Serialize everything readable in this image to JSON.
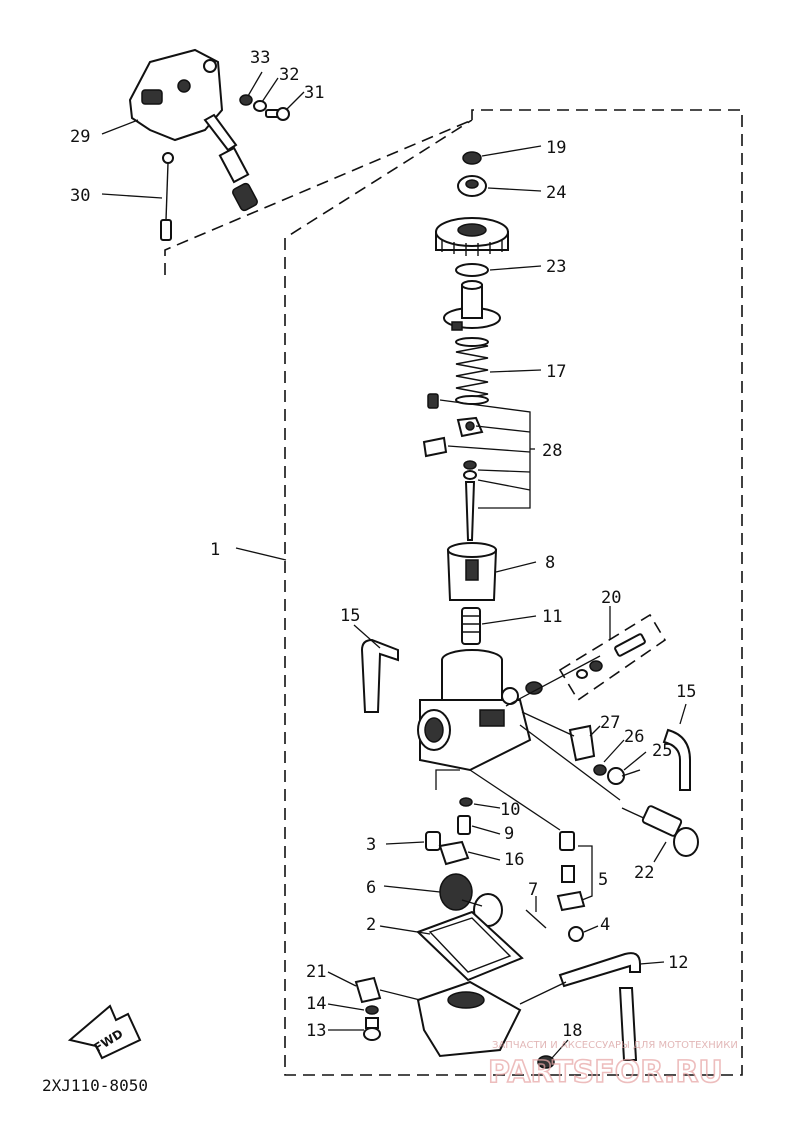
{
  "diagram": {
    "drawing_code": "2XJ110-8050",
    "fwd_label": "FWD",
    "watermark": {
      "tagline": "ЗАПЧАСТИ И АКСЕССУАРЫ ДЛЯ МОТОТЕХНИКИ",
      "site": "PARTSFOR.RU"
    },
    "callouts": {
      "c1": "1",
      "c2": "2",
      "c3": "3",
      "c4": "4",
      "c5": "5",
      "c6": "6",
      "c7": "7",
      "c8": "8",
      "c9": "9",
      "c10": "10",
      "c11": "11",
      "c12": "12",
      "c13": "13",
      "c14": "14",
      "c15a": "15",
      "c15b": "15",
      "c16": "16",
      "c17": "17",
      "c18": "18",
      "c19": "19",
      "c20": "20",
      "c21": "21",
      "c22": "22",
      "c23": "23",
      "c24": "24",
      "c25": "25",
      "c26": "26",
      "c27": "27",
      "c28": "28",
      "c29": "29",
      "c30": "30",
      "c31": "31",
      "c32": "32",
      "c33": "33"
    }
  }
}
